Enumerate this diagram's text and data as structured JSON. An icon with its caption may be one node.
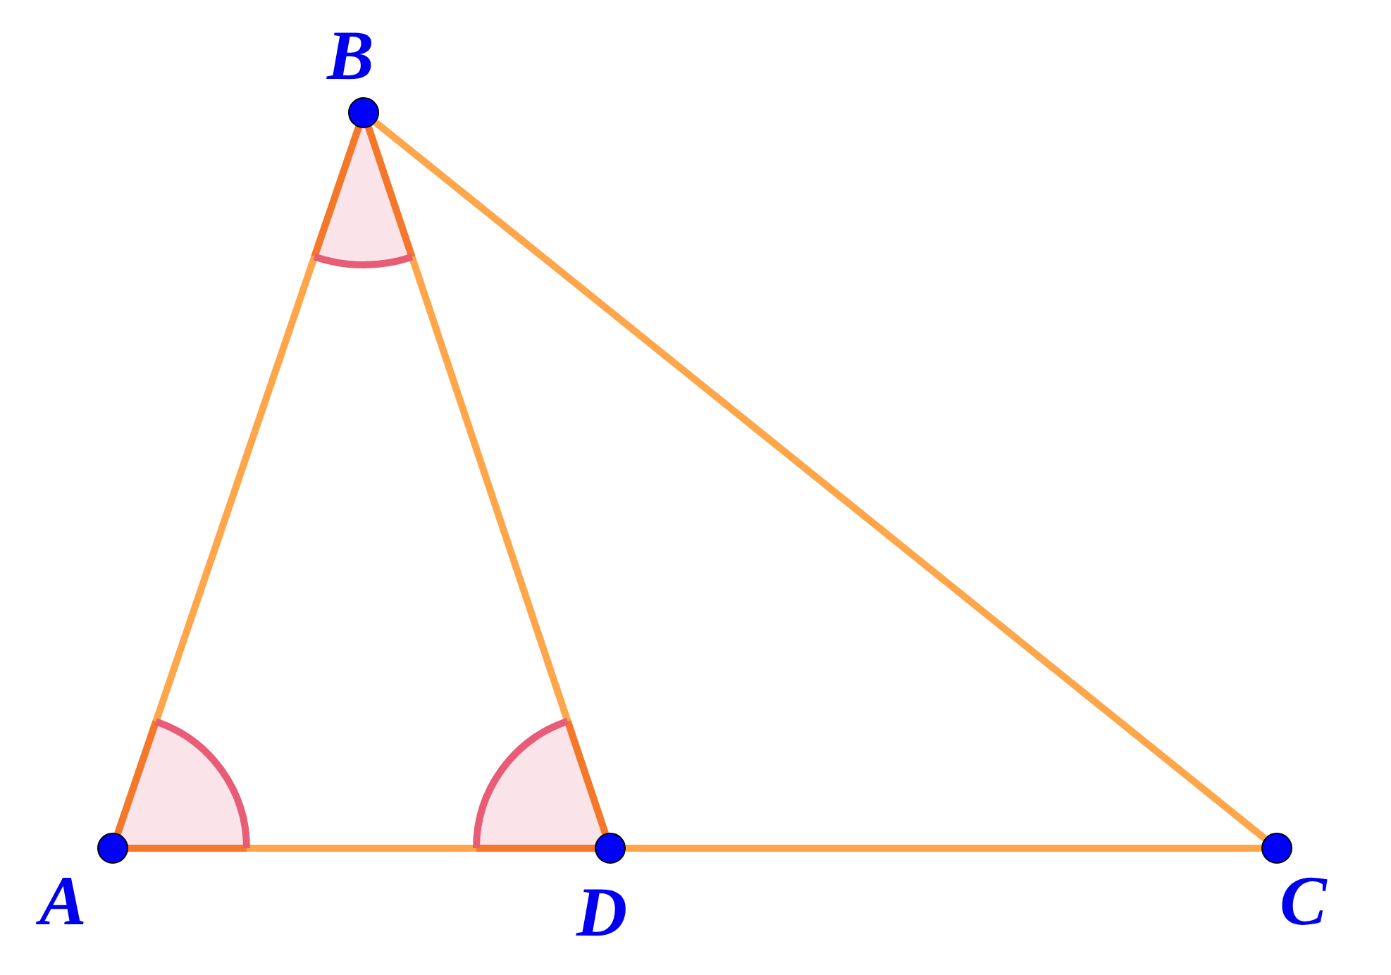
{
  "diagram": {
    "nodes": [
      {
        "text": [
          "B"
        ]
      },
      {
        "text": [
          "A"
        ]
      },
      {
        "text": [
          "D"
        ]
      },
      {
        "text": [
          "C"
        ]
      }
    ],
    "edges": [
      {
        "from": 1,
        "to": 0,
        "arrow": "none"
      },
      {
        "from": 0,
        "to": 3,
        "arrow": "none"
      },
      {
        "from": 0,
        "to": 2,
        "arrow": "none"
      },
      {
        "from": 1,
        "to": 2,
        "arrow": "none"
      },
      {
        "from": 2,
        "to": 3,
        "arrow": "none"
      }
    ]
  }
}
